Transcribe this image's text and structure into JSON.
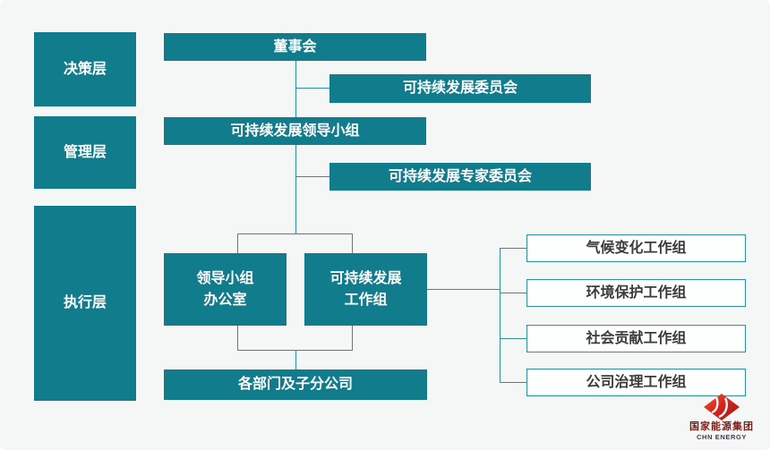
{
  "layers": {
    "decision": "决策层",
    "management": "管理层",
    "execution": "执行层"
  },
  "nodes": {
    "board": "董事会",
    "sd_committee": "可持续发展委员会",
    "sd_leading_group": "可持续发展领导小组",
    "sd_expert_committee": "可持续发展专家委员会",
    "leading_group_office": "领导小组\n办公室",
    "sd_working_group": "可持续发展\n工作组",
    "departments_subsidiaries": "各部门及子分公司"
  },
  "working_groups": [
    "气候变化工作组",
    "环境保护工作组",
    "社会贡献工作组",
    "公司治理工作组"
  ],
  "logo": {
    "company_cn": "国家能源集团",
    "company_en": "CHN ENERGY"
  },
  "colors": {
    "teal_box": "#117c8b",
    "teal_line": "#2e8f9e",
    "background": "#f5f6f6",
    "white_box_text": "#3b3b3b",
    "logo_red": "#d9251d"
  }
}
